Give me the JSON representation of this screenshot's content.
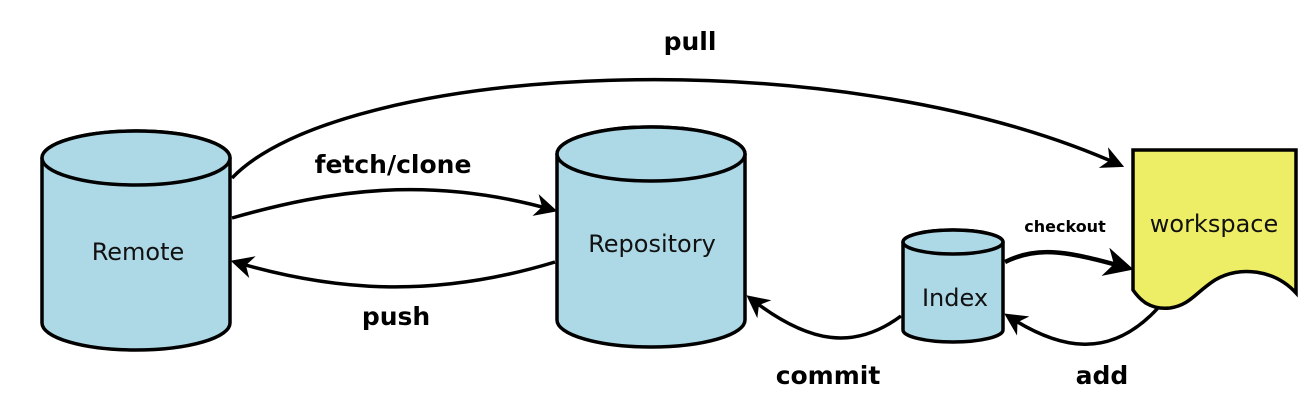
{
  "colors": {
    "cylinder_fill": "#add8e6",
    "workspace_fill": "#eeee66",
    "stroke": "#000000"
  },
  "nodes": {
    "remote": "Remote",
    "repository": "Repository",
    "index": "Index",
    "workspace": "workspace"
  },
  "edges": {
    "pull": "pull",
    "fetch_clone": "fetch/clone",
    "push": "push",
    "checkout": "checkout",
    "commit": "commit",
    "add": "add"
  }
}
